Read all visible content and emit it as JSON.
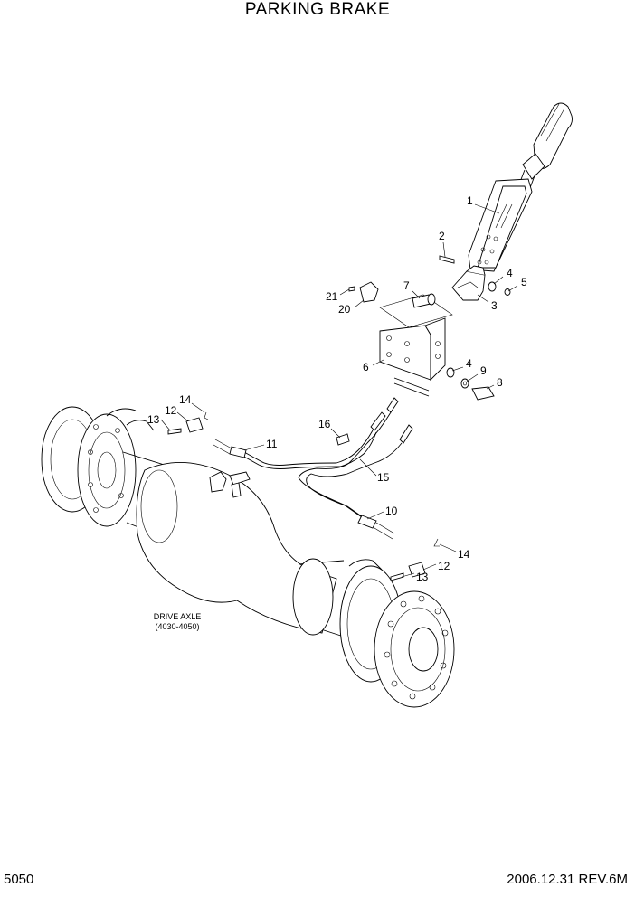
{
  "header": {
    "title": "PARKING BRAKE"
  },
  "footer": {
    "page_number": "5050",
    "revision": "2006.12.31 REV.6M"
  },
  "note": {
    "line1": "DRIVE AXLE",
    "line2": "(4030-4050)"
  },
  "callouts": {
    "c1": "1",
    "c2": "2",
    "c3": "3",
    "c4a": "4",
    "c5": "5",
    "c7": "7",
    "c21": "21",
    "c20": "20",
    "c6": "6",
    "c4b": "4",
    "c9": "9",
    "c8": "8",
    "c14a": "14",
    "c12a": "12",
    "c13a": "13",
    "c11": "11",
    "c16": "16",
    "c15": "15",
    "c10": "10",
    "c14b": "14",
    "c12b": "12",
    "c13b": "13"
  }
}
